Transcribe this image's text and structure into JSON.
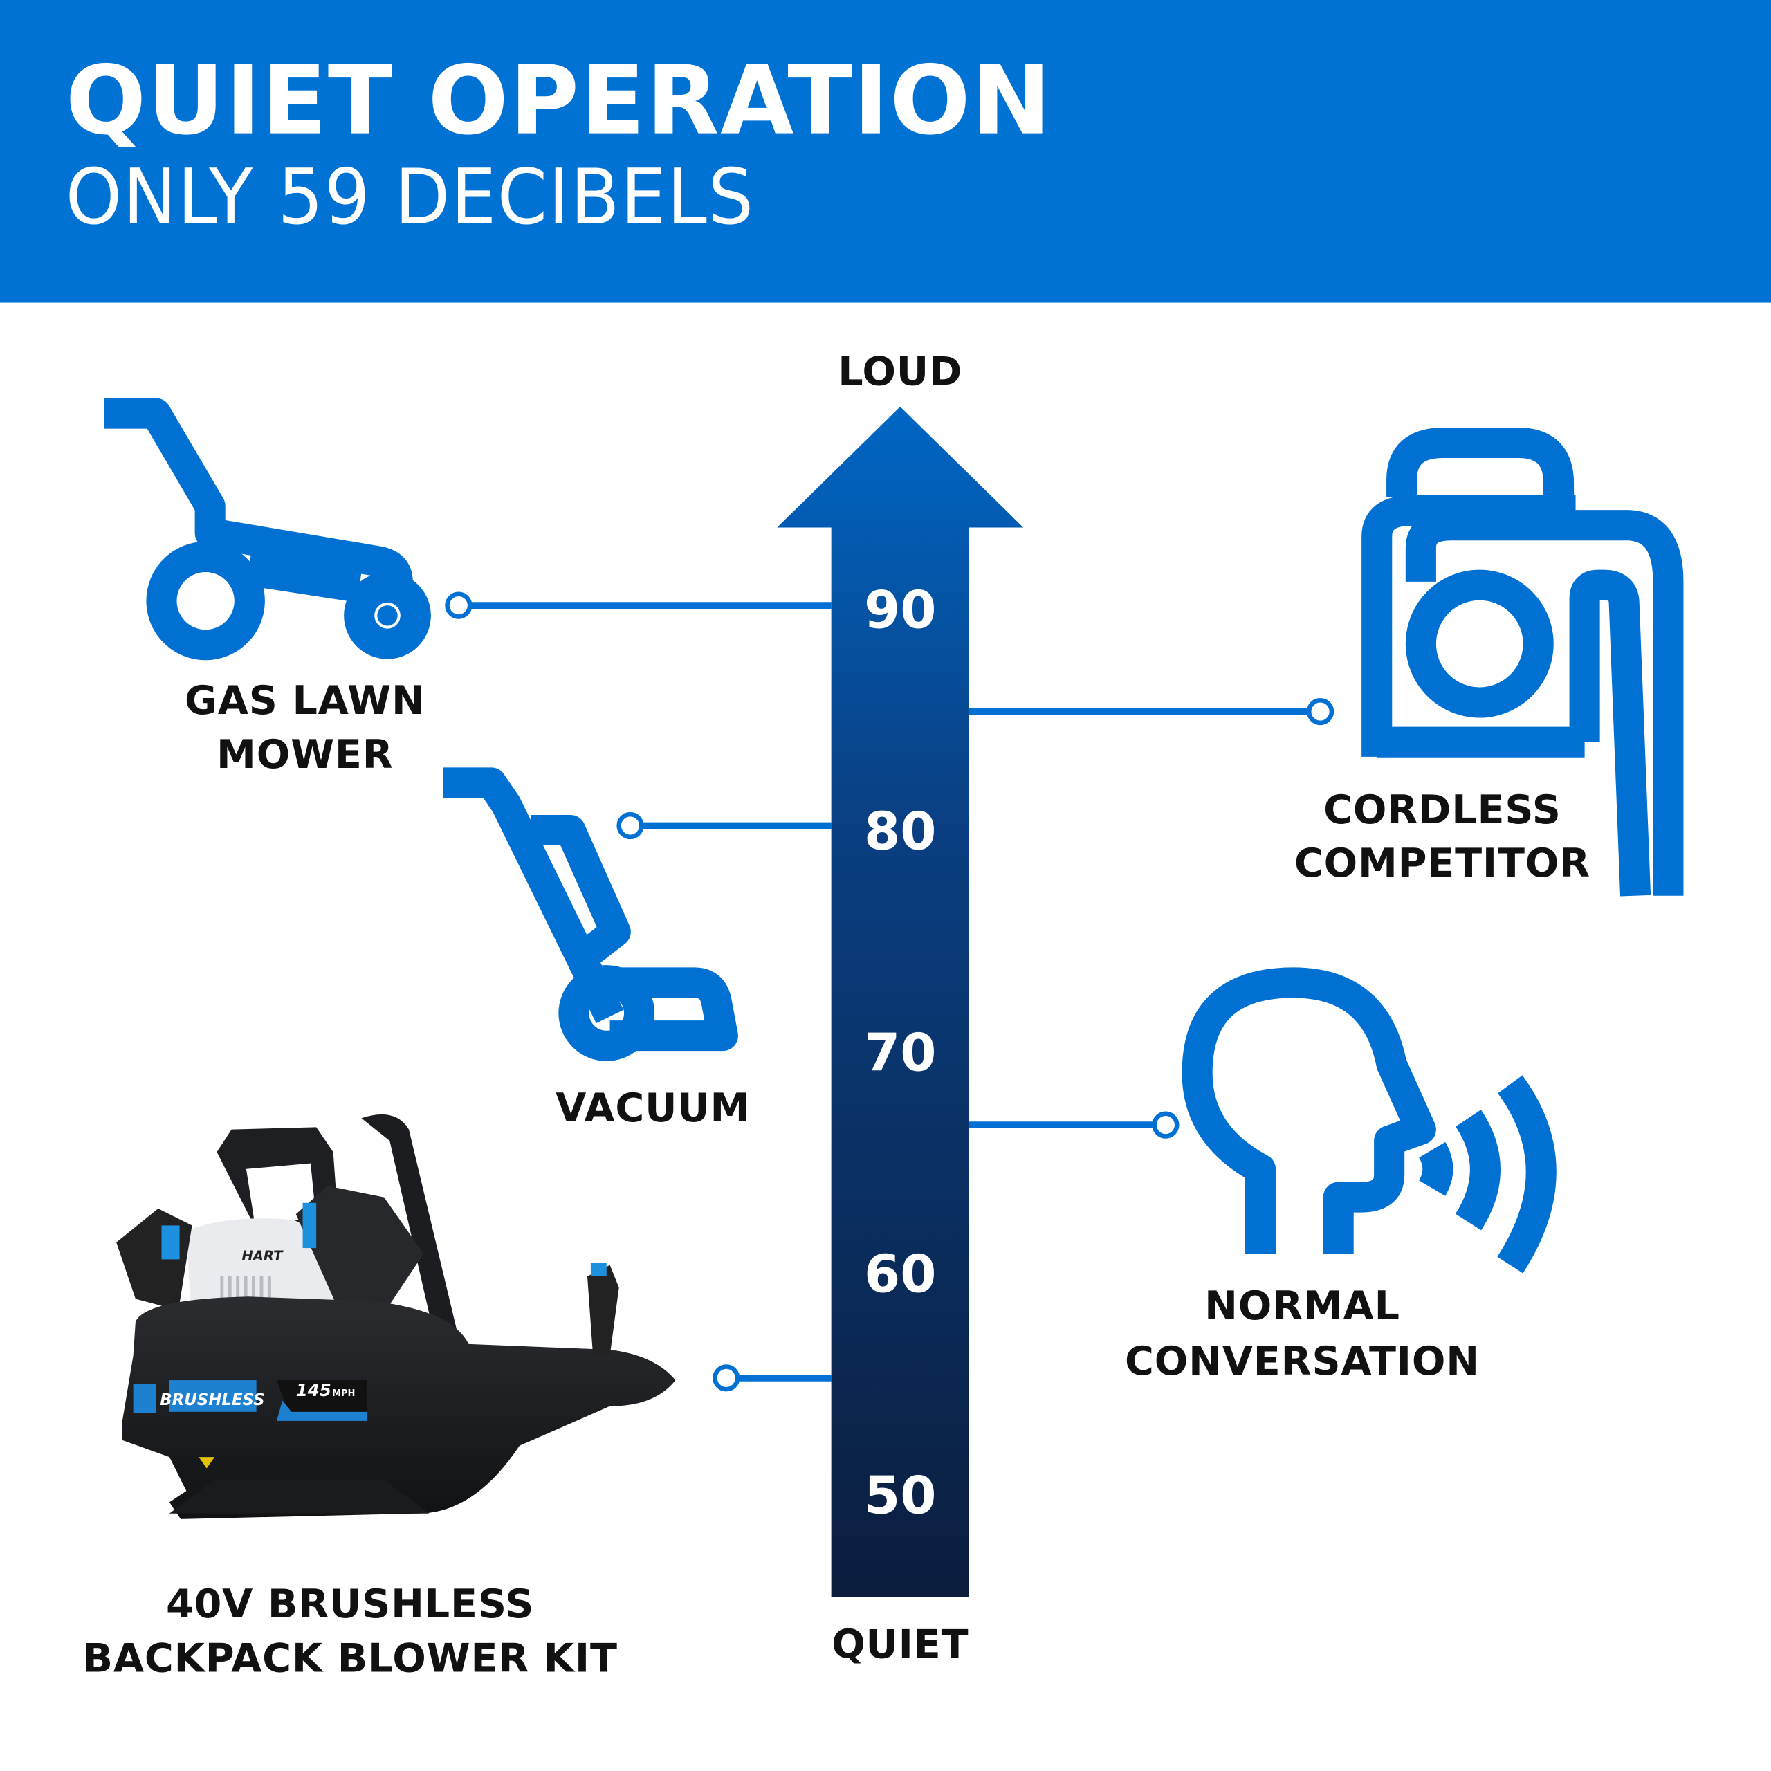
{
  "header": {
    "title": "QUIET OPERATION",
    "subtitle": "ONLY 59 DECIBELS"
  },
  "scale": {
    "top_label": "LOUD",
    "bottom_label": "QUIET",
    "ticks": [
      "90",
      "80",
      "70",
      "60",
      "50"
    ]
  },
  "items": {
    "gas_mower": {
      "line1": "GAS LAWN",
      "line2": "MOWER",
      "icon": "lawn-mower-icon"
    },
    "vacuum": {
      "line1": "VACUUM",
      "icon": "vacuum-icon"
    },
    "cordless": {
      "line1": "CORDLESS",
      "line2": "COMPETITOR",
      "icon": "backpack-blower-icon"
    },
    "conversation": {
      "line1": "NORMAL",
      "line2": "CONVERSATION",
      "icon": "speaking-head-icon"
    },
    "blower": {
      "line1": "40V BRUSHLESS",
      "line2": "BACKPACK BLOWER KIT",
      "badge": "BRUSHLESS",
      "speed": "145",
      "speed_unit": "MPH",
      "brand": "HART"
    }
  },
  "colors": {
    "brand_blue": "#0070d2",
    "header_blue": "#0072d4",
    "scale_top": "#0066c4",
    "scale_bottom": "#0b1d3d"
  }
}
